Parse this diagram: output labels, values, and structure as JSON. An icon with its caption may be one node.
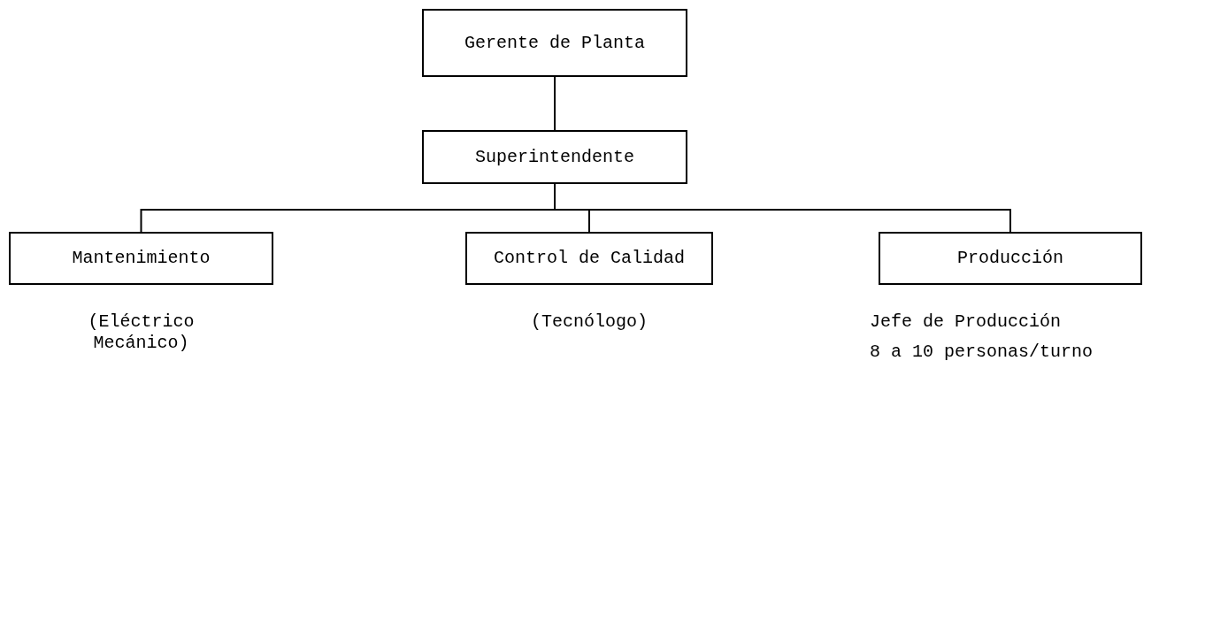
{
  "diagram": {
    "nodes": [
      {
        "text": [
          "Gerente de Planta"
        ]
      },
      {
        "text": [
          "Superintendente"
        ]
      },
      {
        "text": [
          "Mantenimiento"
        ],
        "beside": [
          "(Eléctrico Mecánico)"
        ]
      },
      {
        "text": [
          "Control de Calidad"
        ],
        "beside": [
          "(Tecnólogo)"
        ]
      },
      {
        "text": [
          "Producción"
        ],
        "beside": [
          "Jefe de Producción",
          "8 a 10 personas/turno"
        ]
      }
    ],
    "edges": [
      {
        "from": 0,
        "to": 1,
        "arrow": "none"
      },
      {
        "from": 1,
        "to": 2,
        "arrow": "none"
      },
      {
        "from": 1,
        "to": 3,
        "arrow": "none"
      },
      {
        "from": 1,
        "to": 4,
        "arrow": "none"
      }
    ]
  }
}
